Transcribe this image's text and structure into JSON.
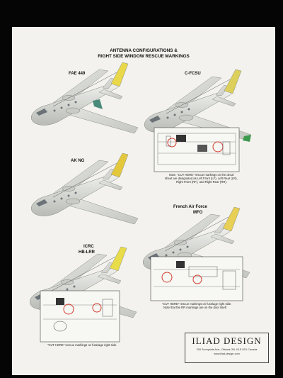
{
  "title": {
    "line1": "ANTENNA CONFIGURATIONS &",
    "line2": "RIGHT SIDE WINDOW RESCUE MARKINGS"
  },
  "aircraft": [
    {
      "label": "FAE 449",
      "tail_color": "#e8d84a",
      "accent": "#4a8a7a"
    },
    {
      "label": "C-FCSU",
      "tail_color": "#dccf5a",
      "accent": "#3e9a4e"
    },
    {
      "label": "AK NG",
      "tail_color": "#e4c83c",
      "accent": "#5a9a55"
    },
    {
      "label": "French Air Force",
      "label2": "MFO",
      "tail_color": "#e8cf55",
      "accent": "#4c9a5a"
    },
    {
      "label": "ICRC",
      "label2": "HB-LRR",
      "tail_color": "#e9dc4a",
      "accent": "#3f8d6f"
    }
  ],
  "notes": {
    "cfcsu_1": "Note: \"CUT HERE\" rescue markings on the decal",
    "cfcsu_2": "sheet are designated as Left Front (LF), Left Rear (LR),",
    "cfcsu_3": "Right Front (RF), and Right Rear (RR).",
    "mfo_1": "\"CUT HERE\" rescue markings on fuselage right side.",
    "mfo_2": "Note that the RR markings are on the door itself.",
    "icrc": "\"CUT HERE\" rescue markings on fuselage right side."
  },
  "logo": {
    "name": "ILIAD DESIGN",
    "address": "334 Sunnyside Ave., Ottawa ON. K1S 0S1  Canada",
    "web": "www.iliad-design.com"
  },
  "colors": {
    "background": "#050505",
    "paper": "#f3f2ee",
    "aircraft_body": "#d9dbd6",
    "rescue_circle": "#d23a28"
  }
}
